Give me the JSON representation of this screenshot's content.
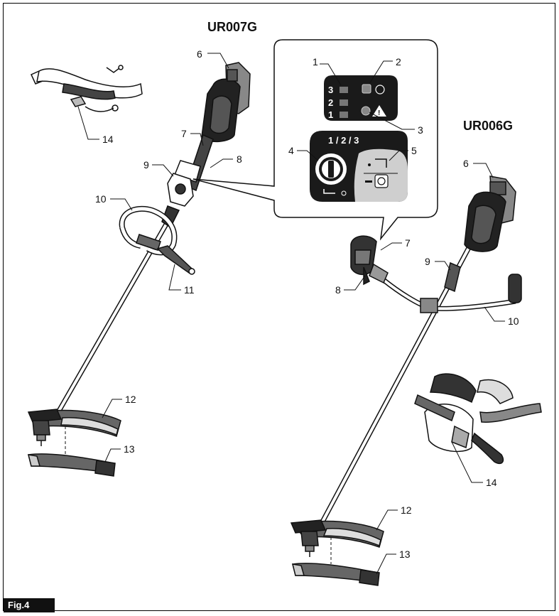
{
  "models": {
    "left": "UR007G",
    "right": "UR006G"
  },
  "figure_label": "Fig.4",
  "panel": {
    "levels": [
      "3",
      "2",
      "1"
    ],
    "speed_selector": "1 / 2 / 3"
  },
  "callouts": {
    "n1": "1",
    "n2": "2",
    "n3": "3",
    "n4": "4",
    "n5": "5",
    "n6": "6",
    "n7": "7",
    "n8": "8",
    "n9": "9",
    "n10": "10",
    "n11": "11",
    "n12": "12",
    "n13": "13",
    "n14": "14"
  },
  "colors": {
    "ink": "#111111",
    "fill_dark": "#2a2a2a",
    "fill_mid": "#8c8c8c",
    "fill_light": "#d9d9d9"
  }
}
